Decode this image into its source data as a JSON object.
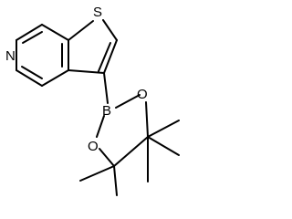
{
  "structure": {
    "atoms": {
      "n": "N",
      "s": "S",
      "b": "B",
      "o_upper": "O",
      "o_lower": "O"
    },
    "colors": {
      "line": "#000000",
      "background": "#ffffff"
    }
  }
}
